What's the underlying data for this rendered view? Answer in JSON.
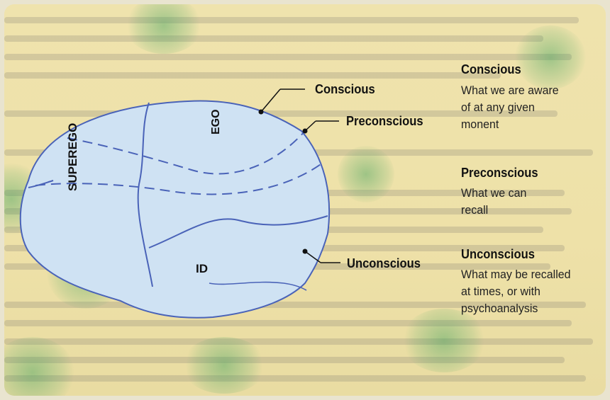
{
  "diagram": {
    "regions": {
      "superego": "SUPEREGO",
      "ego": "EGO",
      "id": "ID"
    },
    "callouts": {
      "conscious": "Conscious",
      "preconscious": "Preconscious",
      "unconscious": "Unconscious"
    }
  },
  "legend": [
    {
      "heading": "Conscious",
      "lines": [
        "What we are aware",
        "of at any given",
        "monent"
      ]
    },
    {
      "heading": "Preconscious",
      "lines": [
        "What we can",
        "recall"
      ]
    },
    {
      "heading": "Unconscious",
      "lines": [
        "What may be recalled",
        "at times, or with",
        "psychoanalysis"
      ]
    }
  ],
  "colors": {
    "region_fill": "#cfe2f3",
    "outline": "#4a63b8",
    "background": "#efe3ad"
  }
}
